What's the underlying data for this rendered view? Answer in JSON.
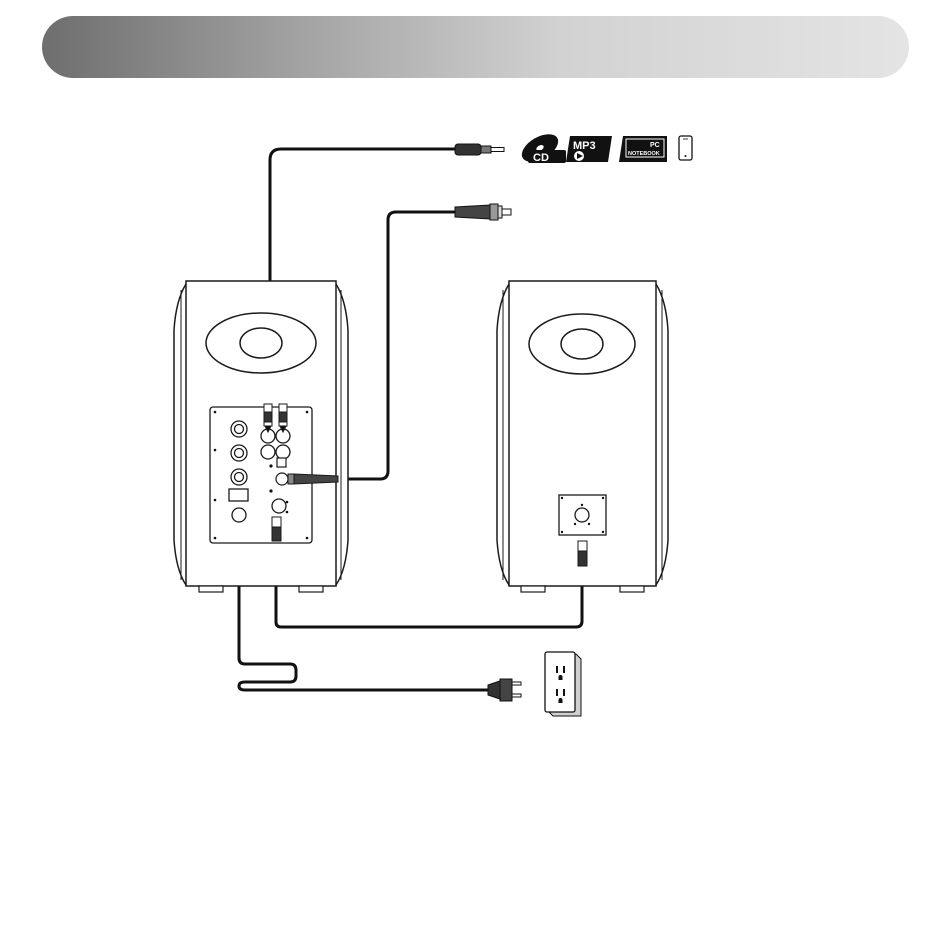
{
  "sources": {
    "cd_label": "CD",
    "mp3_label": "MP3",
    "pc_label": "PC",
    "notebook_label": "NOTEBOOK"
  },
  "colors": {
    "cable": "#111111",
    "speaker_outline": "#1a1a1a",
    "header_dark": "#6e6e6e",
    "header_light": "#e4e4e4"
  },
  "icons": [
    "cd-icon",
    "mp3-player-icon",
    "pc-notebook-icon",
    "smartphone-icon",
    "wall-outlet-icon",
    "power-plug-icon"
  ]
}
